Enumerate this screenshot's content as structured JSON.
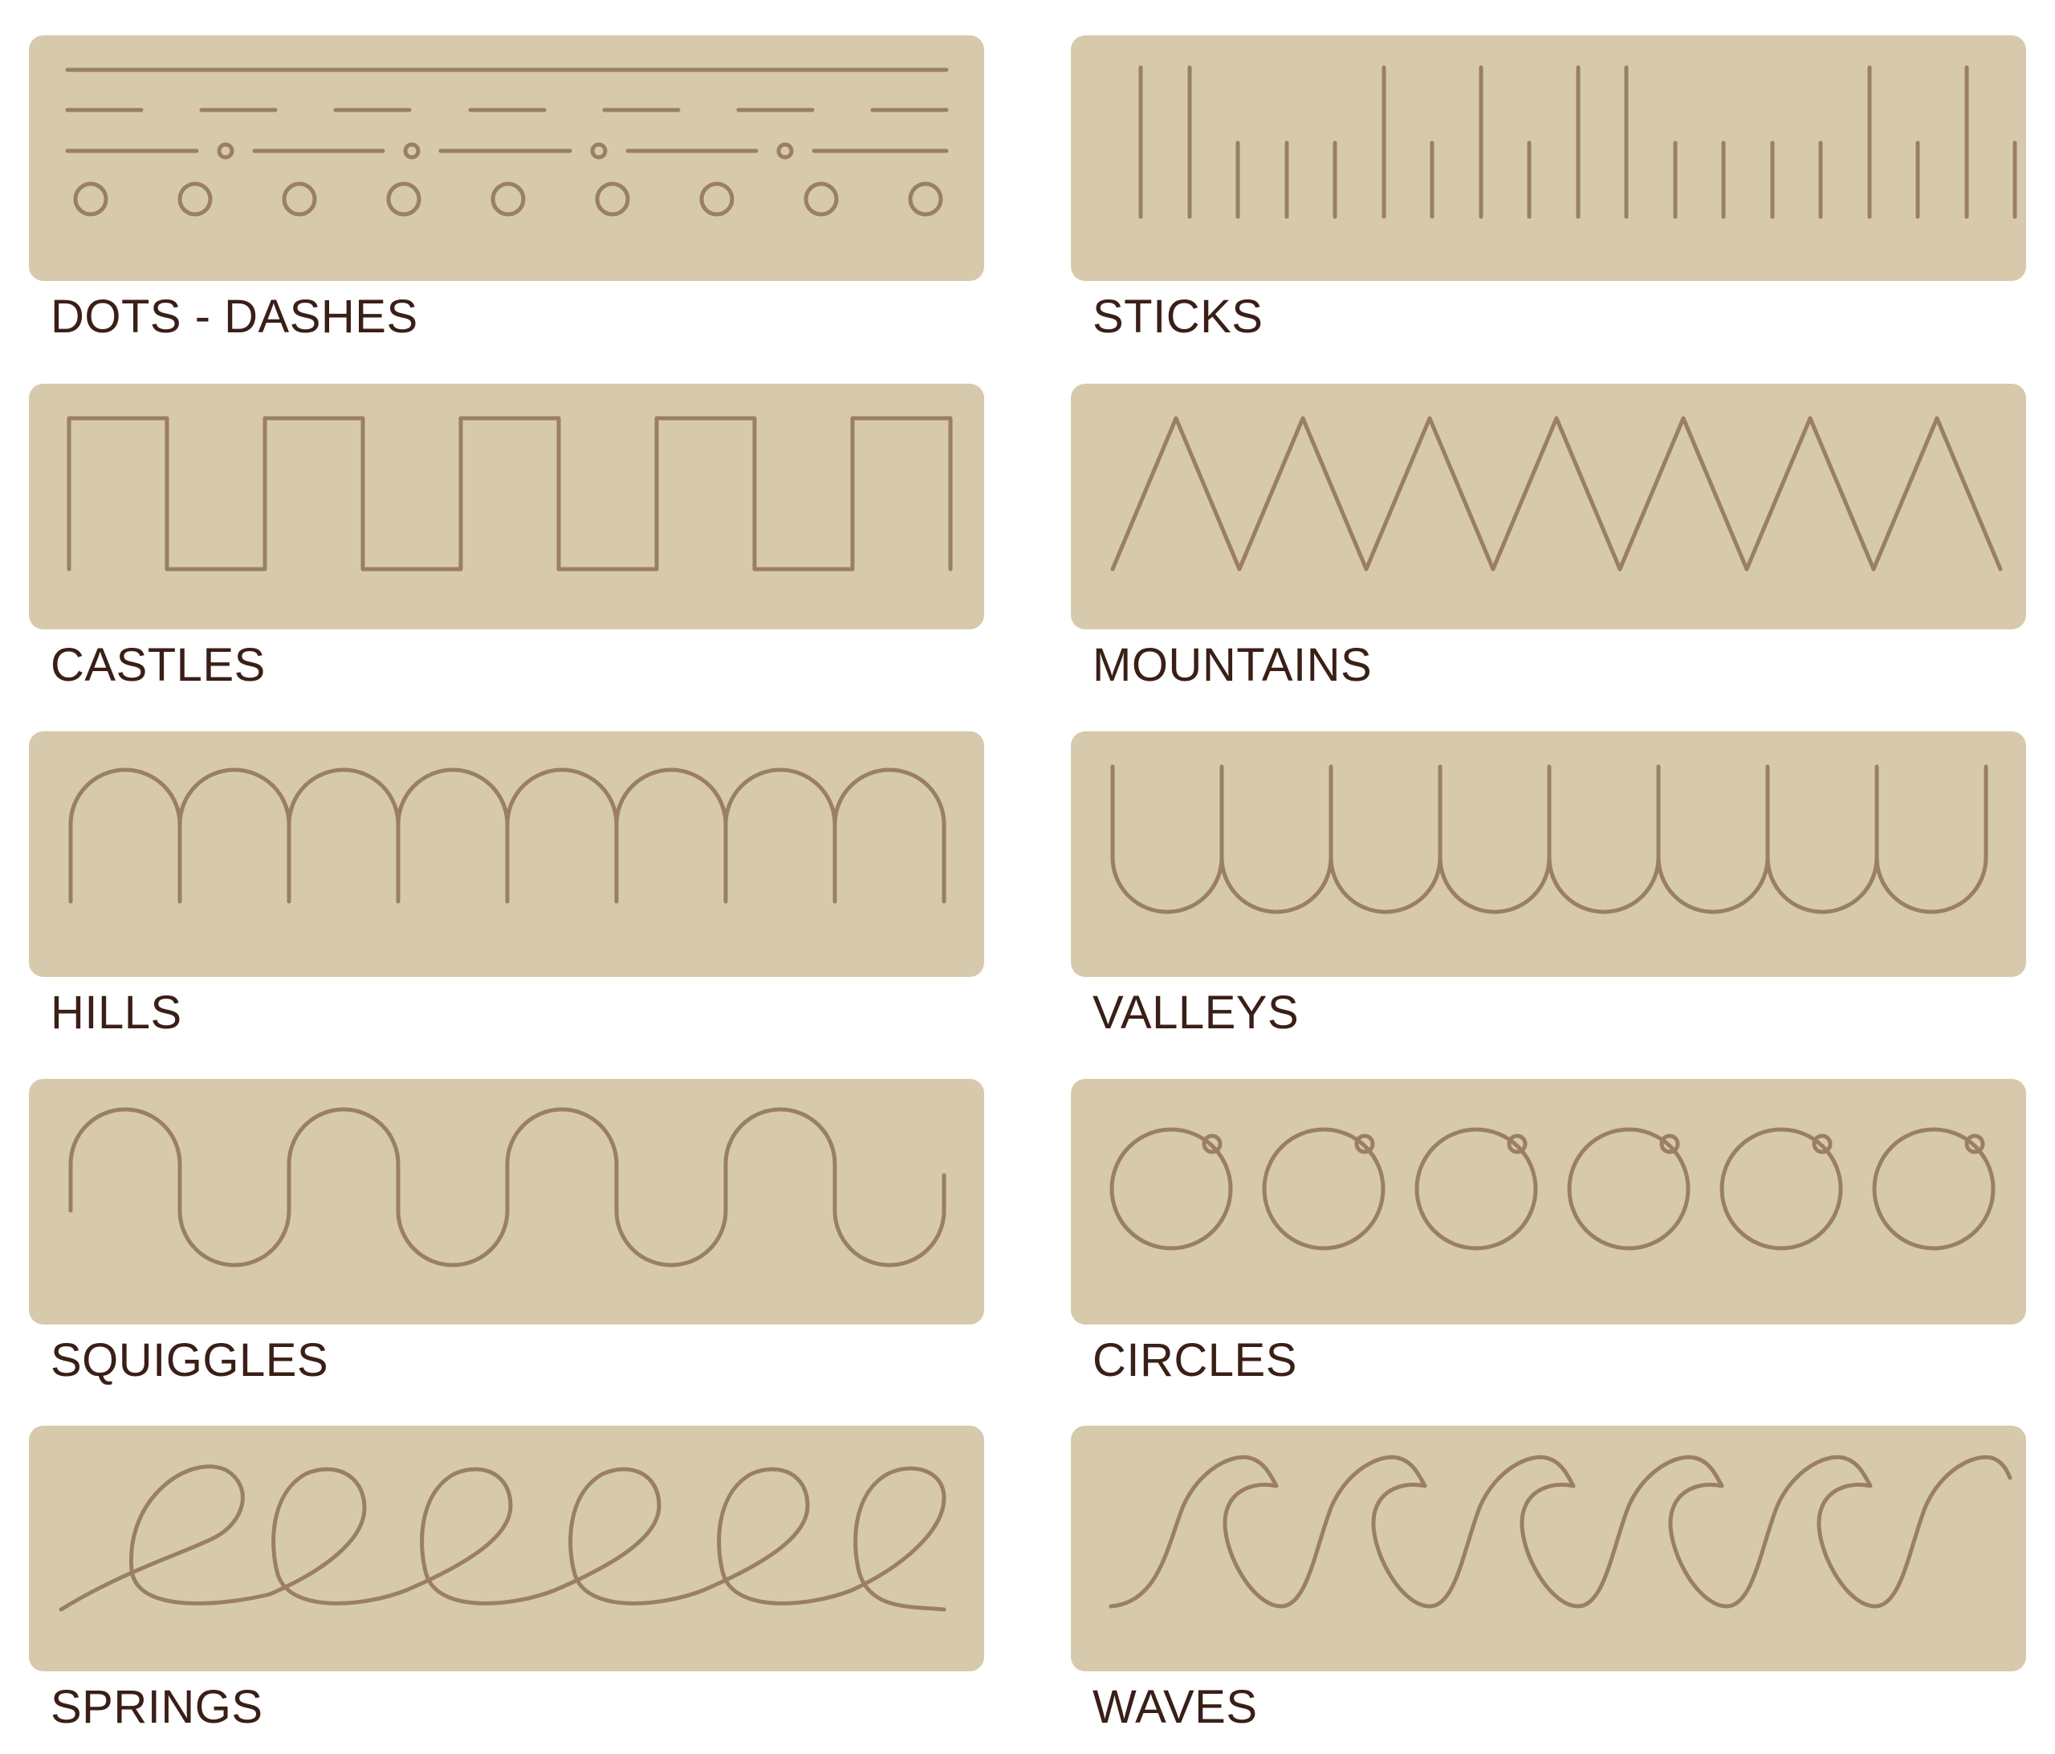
{
  "palette": {
    "panel": "#d7c9ac",
    "line": "#9a7f65",
    "label": "#3a1f17",
    "background": "#ffffff"
  },
  "patterns": [
    {
      "id": "dots-dashes",
      "label": "DOTS - DASHES"
    },
    {
      "id": "sticks",
      "label": "STICKS"
    },
    {
      "id": "castles",
      "label": "CASTLES"
    },
    {
      "id": "mountains",
      "label": "MOUNTAINS"
    },
    {
      "id": "hills",
      "label": "HILLS"
    },
    {
      "id": "valleys",
      "label": "VALLEYS"
    },
    {
      "id": "squiggles",
      "label": "SQUIGGLES"
    },
    {
      "id": "circles",
      "label": "CIRCLES"
    },
    {
      "id": "springs",
      "label": "SPRINGS"
    },
    {
      "id": "waves",
      "label": "WAVES"
    }
  ]
}
